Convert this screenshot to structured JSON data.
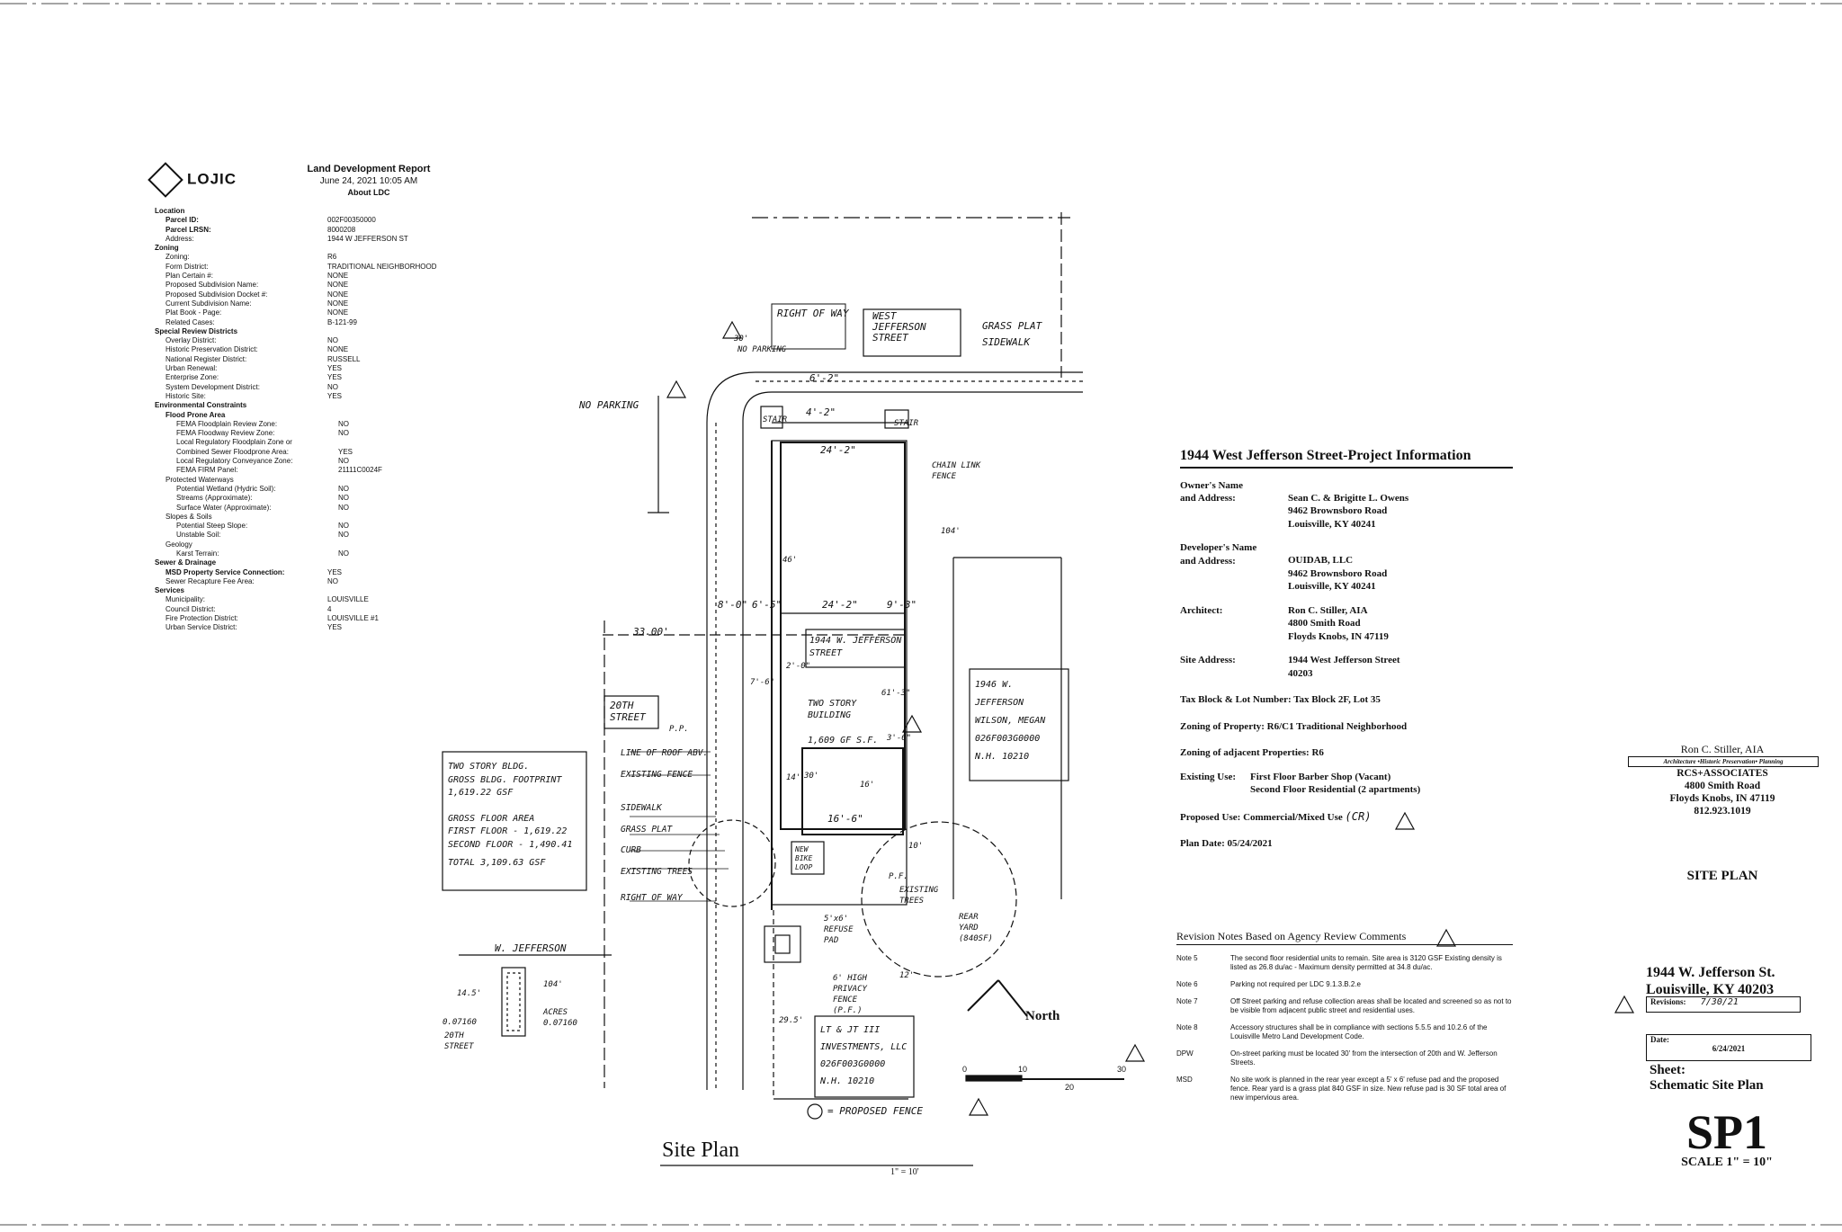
{
  "lojic": {
    "logo_text": "LOJIC",
    "report_title": "Land Development Report",
    "report_date": "June 24, 2021 10:05 AM",
    "report_links": "About  LDC",
    "rows": [
      {
        "label": "Location",
        "value": "",
        "level": 0
      },
      {
        "label": "Parcel ID:",
        "value": "002F00350000",
        "level": 1,
        "bold": true
      },
      {
        "label": "Parcel LRSN:",
        "value": "8000208",
        "level": 1,
        "bold": true
      },
      {
        "label": "Address:",
        "value": "1944 W JEFFERSON ST",
        "level": 1
      },
      {
        "label": "Zoning",
        "value": "",
        "level": 0
      },
      {
        "label": "Zoning:",
        "value": "R6",
        "level": 1
      },
      {
        "label": "Form District:",
        "value": "TRADITIONAL NEIGHBORHOOD",
        "level": 1
      },
      {
        "label": "Plan Certain #:",
        "value": "NONE",
        "level": 1
      },
      {
        "label": "Proposed Subdivision Name:",
        "value": "NONE",
        "level": 1
      },
      {
        "label": "Proposed Subdivision Docket #:",
        "value": "NONE",
        "level": 1
      },
      {
        "label": "Current Subdivision Name:",
        "value": "NONE",
        "level": 1
      },
      {
        "label": "Plat Book - Page:",
        "value": "NONE",
        "level": 1
      },
      {
        "label": "Related Cases:",
        "value": "B-121-99",
        "level": 1
      },
      {
        "label": "Special Review Districts",
        "value": "",
        "level": 0
      },
      {
        "label": "Overlay District:",
        "value": "NO",
        "level": 1
      },
      {
        "label": "Historic Preservation District:",
        "value": "NONE",
        "level": 1
      },
      {
        "label": "National Register District:",
        "value": "RUSSELL",
        "level": 1
      },
      {
        "label": "Urban Renewal:",
        "value": "YES",
        "level": 1
      },
      {
        "label": "Enterprise Zone:",
        "value": "YES",
        "level": 1
      },
      {
        "label": "System Development District:",
        "value": "NO",
        "level": 1
      },
      {
        "label": "Historic Site:",
        "value": "YES",
        "level": 1
      },
      {
        "label": "Environmental Constraints",
        "value": "",
        "level": 0
      },
      {
        "label": "Flood Prone Area",
        "value": "",
        "level": 1,
        "bold": true
      },
      {
        "label": "FEMA Floodplain Review Zone:",
        "value": "NO",
        "level": 2
      },
      {
        "label": "FEMA Floodway Review Zone:",
        "value": "NO",
        "level": 2
      },
      {
        "label": "Local Regulatory Floodplain Zone or",
        "value": "",
        "level": 2
      },
      {
        "label": "Combined Sewer Floodprone Area:",
        "value": "YES",
        "level": 2
      },
      {
        "label": "Local Regulatory Conveyance Zone:",
        "value": "NO",
        "level": 2
      },
      {
        "label": "FEMA FIRM Panel:",
        "value": "21111C0024F",
        "level": 2
      },
      {
        "label": "Protected Waterways",
        "value": "",
        "level": 1
      },
      {
        "label": "Potential Wetland (Hydric Soil):",
        "value": "NO",
        "level": 2
      },
      {
        "label": "Streams (Approximate):",
        "value": "NO",
        "level": 2
      },
      {
        "label": "Surface Water (Approximate):",
        "value": "NO",
        "level": 2
      },
      {
        "label": "Slopes & Soils",
        "value": "",
        "level": 1
      },
      {
        "label": "Potential Steep Slope:",
        "value": "NO",
        "level": 2
      },
      {
        "label": "Unstable Soil:",
        "value": "NO",
        "level": 2
      },
      {
        "label": "Geology",
        "value": "",
        "level": 1
      },
      {
        "label": "Karst Terrain:",
        "value": "NO",
        "level": 2
      },
      {
        "label": "Sewer & Drainage",
        "value": "",
        "level": 0
      },
      {
        "label": "MSD Property Service Connection:",
        "value": "YES",
        "level": 1,
        "bold": true
      },
      {
        "label": "Sewer Recapture Fee Area:",
        "value": "NO",
        "level": 1
      },
      {
        "label": "Services",
        "value": "",
        "level": 0
      },
      {
        "label": "Municipality:",
        "value": "LOUISVILLE",
        "level": 1
      },
      {
        "label": "Council District:",
        "value": "4",
        "level": 1
      },
      {
        "label": "Fire Protection District:",
        "value": "LOUISVILLE #1",
        "level": 1
      },
      {
        "label": "Urban Service District:",
        "value": "YES",
        "level": 1
      }
    ]
  },
  "project": {
    "title": "1944 West Jefferson Street-Project Information",
    "owner_label": [
      "Owner's Name",
      "and Address:"
    ],
    "owner_lines": [
      "Sean C. & Brigitte L. Owens",
      "9462 Brownsboro Road",
      "Louisville, KY  40241"
    ],
    "developer_label": [
      "Developer's Name",
      "and Address:"
    ],
    "developer_lines": [
      "OUIDAB, LLC",
      "9462 Brownsboro Road",
      "Louisville, KY  40241"
    ],
    "architect_label": "Architect:",
    "architect_lines": [
      "Ron C. Stiller, AIA",
      "4800 Smith Road",
      "Floyds Knobs, IN 47119"
    ],
    "site_label": "Site Address:",
    "site_lines": [
      "1944 West Jefferson Street",
      "40203"
    ],
    "tax": "Tax Block & Lot Number:   Tax Block 2F, Lot 35",
    "zoning": "Zoning of Property:   R6/C1   Traditional Neighborhood",
    "adjacent": "Zoning of adjacent Properties:   R6",
    "existing_label": "Existing Use:",
    "existing_lines": [
      "First Floor Barber Shop (Vacant)",
      "Second Floor Residential  (2 apartments)"
    ],
    "proposed": "Proposed Use:   Commercial/Mixed Use",
    "proposed_hand": "(CR)",
    "plan_date": "Plan Date:   05/24/2021"
  },
  "revisions": {
    "heading": "Revision Notes Based on Agency Review Comments",
    "notes": [
      {
        "key": "Note 5",
        "text": "The second floor residential units to remain.  Site area is 3120 GSF  Existing density is listed as 26.8 du/ac  - Maximum density permitted at 34.8 du/ac."
      },
      {
        "key": "Note 6",
        "text": "Parking not required per LDC 9.1.3.B.2.e"
      },
      {
        "key": "Note 7",
        "text": "Off Street parking and refuse collection areas shall be located and screened so as not to be visible from adjacent public street and residential uses."
      },
      {
        "key": "Note 8",
        "text": "Accessory structures shall be in compliance with sections 5.5.5 and 10.2.6 of the Louisville Metro Land Development Code."
      },
      {
        "key": "DPW",
        "text": "On-street parking must be located 30' from the intersection of 20th and W. Jefferson Streets."
      },
      {
        "key": "MSD",
        "text": "No site work is planned in the rear year except a 5' x 6' refuse pad and the proposed fence.  Rear yard is a grass plat 840 GSF in size.  New refuse pad is 30 SF total area of new impervious area."
      }
    ]
  },
  "titleblock": {
    "architect": "Ron C. Stiller, AIA",
    "tagline": "Architecture •Historic Preservation• Planning",
    "firm": [
      "RCS+ASSOCIATES",
      "4800 Smith Road",
      "Floyds Knobs, IN 47119",
      "812.923.1019"
    ],
    "sheet_title": "SITE PLAN",
    "address": [
      "1944 W. Jefferson St.",
      "Louisville, KY 40203"
    ],
    "revisions_label": "Revisions:",
    "revisions_value": "7/30/21",
    "date_label": "Date:",
    "date_value": "6/24/2021",
    "sheet_label": [
      "Sheet:",
      "Schematic Site Plan"
    ],
    "sheet_number": "SP1",
    "scale": "SCALE 1\" = 10\""
  },
  "plan": {
    "title": "Site Plan",
    "scale": "1\" = 10'",
    "north": "North",
    "scale_bar": [
      "0",
      "10",
      "20",
      "30"
    ],
    "hand": {
      "row_top": "RIGHT OF WAY",
      "west_jefferson": [
        "WEST",
        "JEFFERSON",
        "STREET"
      ],
      "grass_plat": [
        "GRASS PLAT",
        "SIDEWALK"
      ],
      "no_parking_top": "NO PARKING",
      "no_parking_left": "NO PARKING",
      "dim_30": "30'",
      "dim_6_2": "6'-2\"",
      "dim_4_2": "4'-2\"",
      "stair_l": "STAIR",
      "stair_r": "STAIR",
      "dim_24_2_top": "24'-2\"",
      "chain_link": [
        "CHAIN LINK",
        "FENCE"
      ],
      "dim_104": "104'",
      "dim_46": "46'",
      "dim_8_0": "8'-0\"",
      "dim_6_5": "6'-5\"",
      "dim_24_2_mid": "24'-2\"",
      "dim_9_3": "9'-3\"",
      "dim_33": "33.00'",
      "bldg_1944": [
        "1944 W. JEFFERSON",
        "STREET"
      ],
      "neighbor": [
        "1946 W.",
        "JEFFERSON",
        "WILSON, MEGAN",
        "026F003G0000",
        "N.H. 10210"
      ],
      "twentieth": [
        "20TH",
        "STREET"
      ],
      "two_story": [
        "TWO STORY",
        "BUILDING"
      ],
      "area_lbl": "1,609 GF S.F.",
      "dim_61_3": "61'-3\"",
      "dim_3_6": "3'-6\"",
      "dim_30_in": "30'",
      "dim_16_6": "16'-6\"",
      "dim_16": "16'",
      "dim_14": "14'",
      "dim_7_6": "7'-6\"",
      "dim_2_0": "2'-0\"",
      "left_box": [
        "TWO STORY BLDG.",
        "GROSS BLDG. FOOTPRINT",
        "1,619.22 GSF",
        "GROSS FLOOR AREA",
        "FIRST FLOOR - 1,619.22",
        "SECOND FLOOR - 1,490.41",
        "TOTAL     3,109.63 GSF"
      ],
      "leaders": [
        "LINE OF ROOF ABV.",
        "EXISTING FENCE",
        "SIDEWALK",
        "GRASS PLAT",
        "CURB",
        "EXISTING TREES",
        "RIGHT OF WAY"
      ],
      "new_bike": [
        "NEW",
        "BIKE",
        "LOOP"
      ],
      "existing_trees": [
        "EXISTING",
        "TREES"
      ],
      "rear_yard": [
        "REAR",
        "YARD",
        "(840SF)"
      ],
      "refuse": [
        "5'x6'",
        "REFUSE",
        "PAD"
      ],
      "fence_high": [
        "6' HIGH",
        "PRIVACY",
        "FENCE",
        "(P.F.)"
      ],
      "bottom_owner": [
        "LT & JT III",
        "INVESTMENTS, LLC",
        "026F003G0000",
        "N.H. 10210"
      ],
      "proposed_fence": "= PROPOSED FENCE",
      "key_w_jeff": "W. JEFFERSON",
      "key_20th": [
        "20TH",
        "STREET"
      ],
      "key_acres": [
        "ACRES",
        "0.07160"
      ],
      "key_dims": [
        "14.5'",
        "104'",
        "0.07160"
      ],
      "pp": "P.P.",
      "pf": "P.F.",
      "dim_10": "10'",
      "dim_12": "12'",
      "dim_29_5": "29.5'"
    }
  }
}
